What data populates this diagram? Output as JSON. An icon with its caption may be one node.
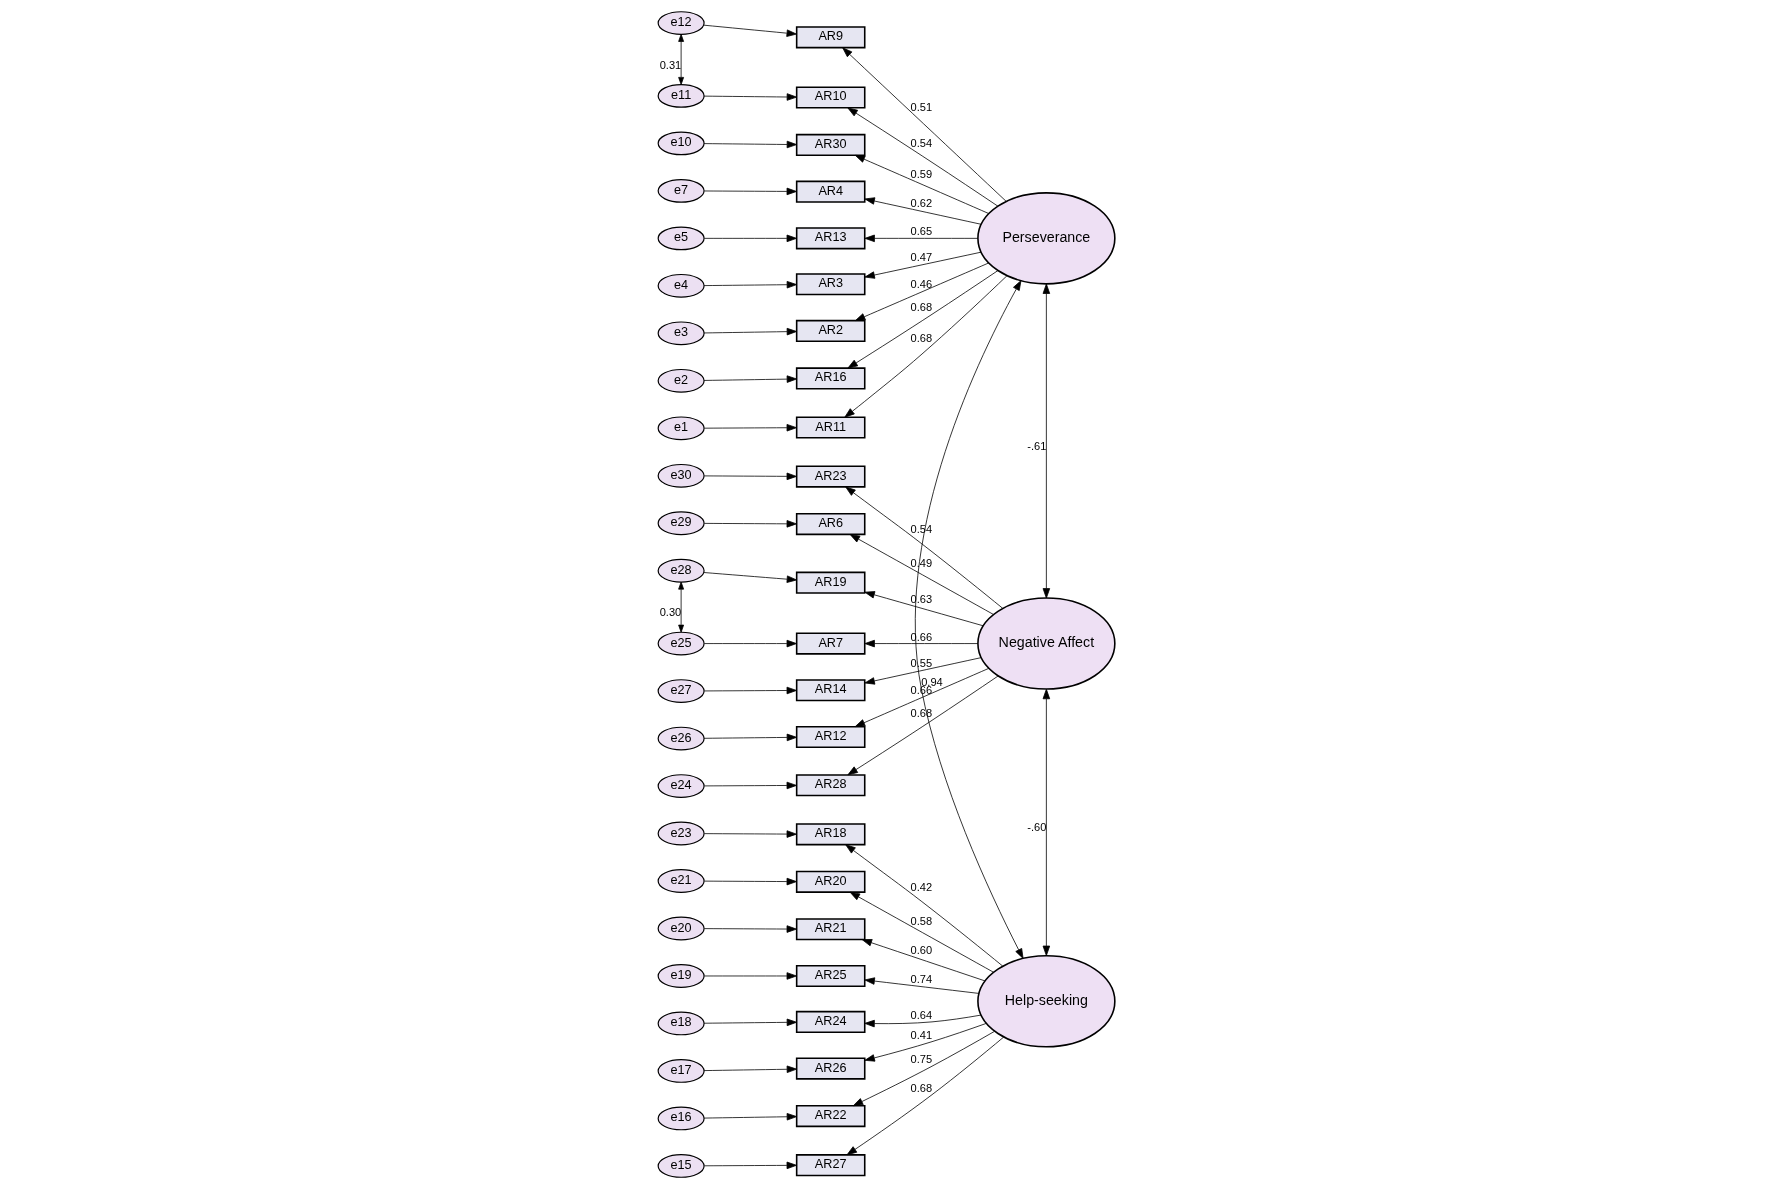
{
  "diagram": {
    "nodes": [
      {
        "text": [
          "e12"
        ]
      },
      {
        "text": [
          "AR9"
        ]
      },
      {
        "text": [
          "e11"
        ]
      },
      {
        "text": [
          "AR10"
        ]
      },
      {
        "text": [
          "e10"
        ]
      },
      {
        "text": [
          "AR30"
        ]
      },
      {
        "text": [
          "e7"
        ]
      },
      {
        "text": [
          "AR4"
        ]
      },
      {
        "text": [
          "e5"
        ]
      },
      {
        "text": [
          "AR13"
        ]
      },
      {
        "text": [
          "e4"
        ]
      },
      {
        "text": [
          "AR3"
        ]
      },
      {
        "text": [
          "e3"
        ]
      },
      {
        "text": [
          "AR2"
        ]
      },
      {
        "text": [
          "e2"
        ]
      },
      {
        "text": [
          "AR16"
        ]
      },
      {
        "text": [
          "e1"
        ]
      },
      {
        "text": [
          "AR11"
        ]
      },
      {
        "text": [
          "Perseverance"
        ]
      },
      {
        "text": [
          "e30"
        ]
      },
      {
        "text": [
          "AR23"
        ]
      },
      {
        "text": [
          "e29"
        ]
      },
      {
        "text": [
          "AR6"
        ]
      },
      {
        "text": [
          "e28"
        ]
      },
      {
        "text": [
          "AR19"
        ]
      },
      {
        "text": [
          "e27"
        ]
      },
      {
        "text": [
          "AR14"
        ]
      },
      {
        "text": [
          "e26"
        ]
      },
      {
        "text": [
          "AR12"
        ]
      },
      {
        "text": [
          "e25"
        ]
      },
      {
        "text": [
          "AR7"
        ]
      },
      {
        "text": [
          "e24"
        ]
      },
      {
        "text": [
          "AR28"
        ]
      },
      {
        "text": [
          "Negative Affect"
        ]
      },
      {
        "text": [
          "e23"
        ]
      },
      {
        "text": [
          "AR18"
        ]
      },
      {
        "text": [
          "e21"
        ]
      },
      {
        "text": [
          "AR20"
        ]
      },
      {
        "text": [
          "e20"
        ]
      },
      {
        "text": [
          "AR21"
        ]
      },
      {
        "text": [
          "e19"
        ]
      },
      {
        "text": [
          "AR25"
        ]
      },
      {
        "text": [
          "e18"
        ]
      },
      {
        "text": [
          "AR24"
        ]
      },
      {
        "text": [
          "e17"
        ]
      },
      {
        "text": [
          "AR26"
        ]
      },
      {
        "text": [
          "e16"
        ]
      },
      {
        "text": [
          "AR22"
        ]
      },
      {
        "text": [
          "e15"
        ]
      },
      {
        "text": [
          "AR27"
        ]
      },
      {
        "text": [
          "Help-seeking"
        ]
      }
    ],
    "edges": [
      {
        "from": 0,
        "to": 1,
        "arrow": "to"
      },
      {
        "from": 18,
        "to": 1,
        "arrow": "to",
        "label": "0.51"
      },
      {
        "from": 2,
        "to": 3,
        "arrow": "to"
      },
      {
        "from": 18,
        "to": 3,
        "arrow": "to",
        "label": "0.54"
      },
      {
        "from": 4,
        "to": 5,
        "arrow": "to"
      },
      {
        "from": 18,
        "to": 5,
        "arrow": "to",
        "label": "0.59"
      },
      {
        "from": 6,
        "to": 7,
        "arrow": "to"
      },
      {
        "from": 18,
        "to": 7,
        "arrow": "to",
        "label": "0.62"
      },
      {
        "from": 8,
        "to": 9,
        "arrow": "to"
      },
      {
        "from": 18,
        "to": 9,
        "arrow": "to",
        "label": "0.65"
      },
      {
        "from": 10,
        "to": 11,
        "arrow": "to"
      },
      {
        "from": 18,
        "to": 11,
        "arrow": "to",
        "label": "0.47"
      },
      {
        "from": 12,
        "to": 13,
        "arrow": "to"
      },
      {
        "from": 18,
        "to": 13,
        "arrow": "to",
        "label": "0.46"
      },
      {
        "from": 14,
        "to": 15,
        "arrow": "to"
      },
      {
        "from": 18,
        "to": 15,
        "arrow": "to",
        "label": "0.68"
      },
      {
        "from": 16,
        "to": 17,
        "arrow": "to"
      },
      {
        "from": 18,
        "to": 17,
        "arrow": "to",
        "label": "0.68"
      },
      {
        "from": 19,
        "to": 20,
        "arrow": "to"
      },
      {
        "from": 33,
        "to": 20,
        "arrow": "to",
        "label": "0.54"
      },
      {
        "from": 21,
        "to": 22,
        "arrow": "to"
      },
      {
        "from": 33,
        "to": 22,
        "arrow": "to",
        "label": "0.49"
      },
      {
        "from": 23,
        "to": 24,
        "arrow": "to"
      },
      {
        "from": 33,
        "to": 24,
        "arrow": "to",
        "label": "0.63"
      },
      {
        "from": 25,
        "to": 26,
        "arrow": "to"
      },
      {
        "from": 33,
        "to": 26,
        "arrow": "to",
        "label": "0.55"
      },
      {
        "from": 27,
        "to": 28,
        "arrow": "to"
      },
      {
        "from": 33,
        "to": 28,
        "arrow": "to",
        "label": "0.66"
      },
      {
        "from": 29,
        "to": 30,
        "arrow": "to"
      },
      {
        "from": 33,
        "to": 30,
        "arrow": "to",
        "label": "0.66"
      },
      {
        "from": 31,
        "to": 32,
        "arrow": "to"
      },
      {
        "from": 33,
        "to": 32,
        "arrow": "to",
        "label": "0.68"
      },
      {
        "from": 34,
        "to": 35,
        "arrow": "to"
      },
      {
        "from": 50,
        "to": 35,
        "arrow": "to",
        "label": "0.42"
      },
      {
        "from": 36,
        "to": 37,
        "arrow": "to"
      },
      {
        "from": 50,
        "to": 37,
        "arrow": "to",
        "label": "0.58"
      },
      {
        "from": 38,
        "to": 39,
        "arrow": "to"
      },
      {
        "from": 50,
        "to": 39,
        "arrow": "to",
        "label": "0.60"
      },
      {
        "from": 40,
        "to": 41,
        "arrow": "to"
      },
      {
        "from": 50,
        "to": 41,
        "arrow": "to",
        "label": "0.74"
      },
      {
        "from": 42,
        "to": 43,
        "arrow": "to"
      },
      {
        "from": 50,
        "to": 43,
        "arrow": "to",
        "label": "0.64"
      },
      {
        "from": 44,
        "to": 45,
        "arrow": "to"
      },
      {
        "from": 50,
        "to": 45,
        "arrow": "to",
        "label": "0.41"
      },
      {
        "from": 46,
        "to": 47,
        "arrow": "to"
      },
      {
        "from": 50,
        "to": 47,
        "arrow": "to",
        "label": "0.75"
      },
      {
        "from": 48,
        "to": 49,
        "arrow": "to"
      },
      {
        "from": 50,
        "to": 49,
        "arrow": "to",
        "label": "0.68"
      },
      {
        "from": 0,
        "to": 2,
        "arrow": "both",
        "label": "0.31"
      },
      {
        "from": 23,
        "to": 29,
        "arrow": "both",
        "label": "0.30"
      },
      {
        "from": 18,
        "to": 33,
        "arrow": "both",
        "label": "-.61"
      },
      {
        "from": 33,
        "to": 50,
        "arrow": "both",
        "label": "-.60"
      },
      {
        "from": 18,
        "to": 50,
        "arrow": "both",
        "label": "0.94"
      }
    ]
  }
}
